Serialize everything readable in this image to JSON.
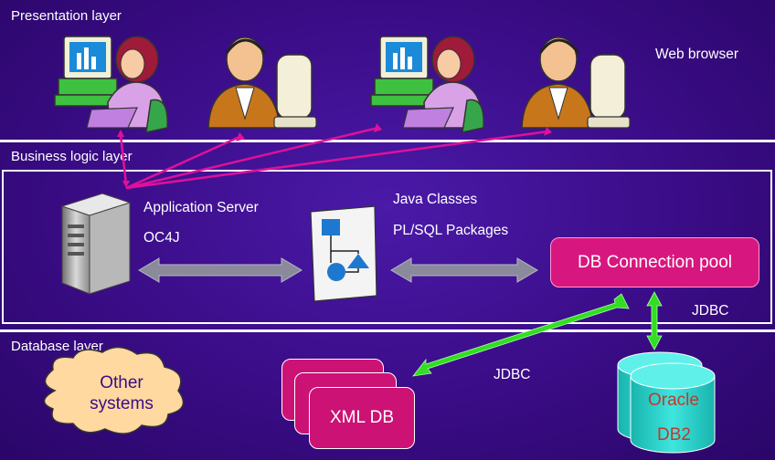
{
  "layers": {
    "presentation": "Presentation layer",
    "business": "Business logic layer",
    "database": "Database layer"
  },
  "presentation": {
    "client_label": "Web browser"
  },
  "business": {
    "app_server": "Application Server",
    "app_server_name": "OC4J",
    "java_classes": "Java Classes",
    "plsql": "PL/SQL Packages",
    "pool": "DB Connection pool",
    "jdbc_pool": "JDBC"
  },
  "database": {
    "other_line1": "Other",
    "other_line2": "systems",
    "xml_db": "XML DB",
    "jdbc_xml": "JDBC",
    "oracle": "Oracle",
    "db2": "DB2"
  },
  "colors": {
    "background": "#3a0c86",
    "pool": "#d8167f",
    "http_arrow": "#e0109a",
    "jdbc_arrow": "#33dd22",
    "gray_arrow": "#8a8a9a",
    "cylinder": "#22ccc4",
    "cloud": "#ffd9a0",
    "db_text": "#c0392b"
  }
}
